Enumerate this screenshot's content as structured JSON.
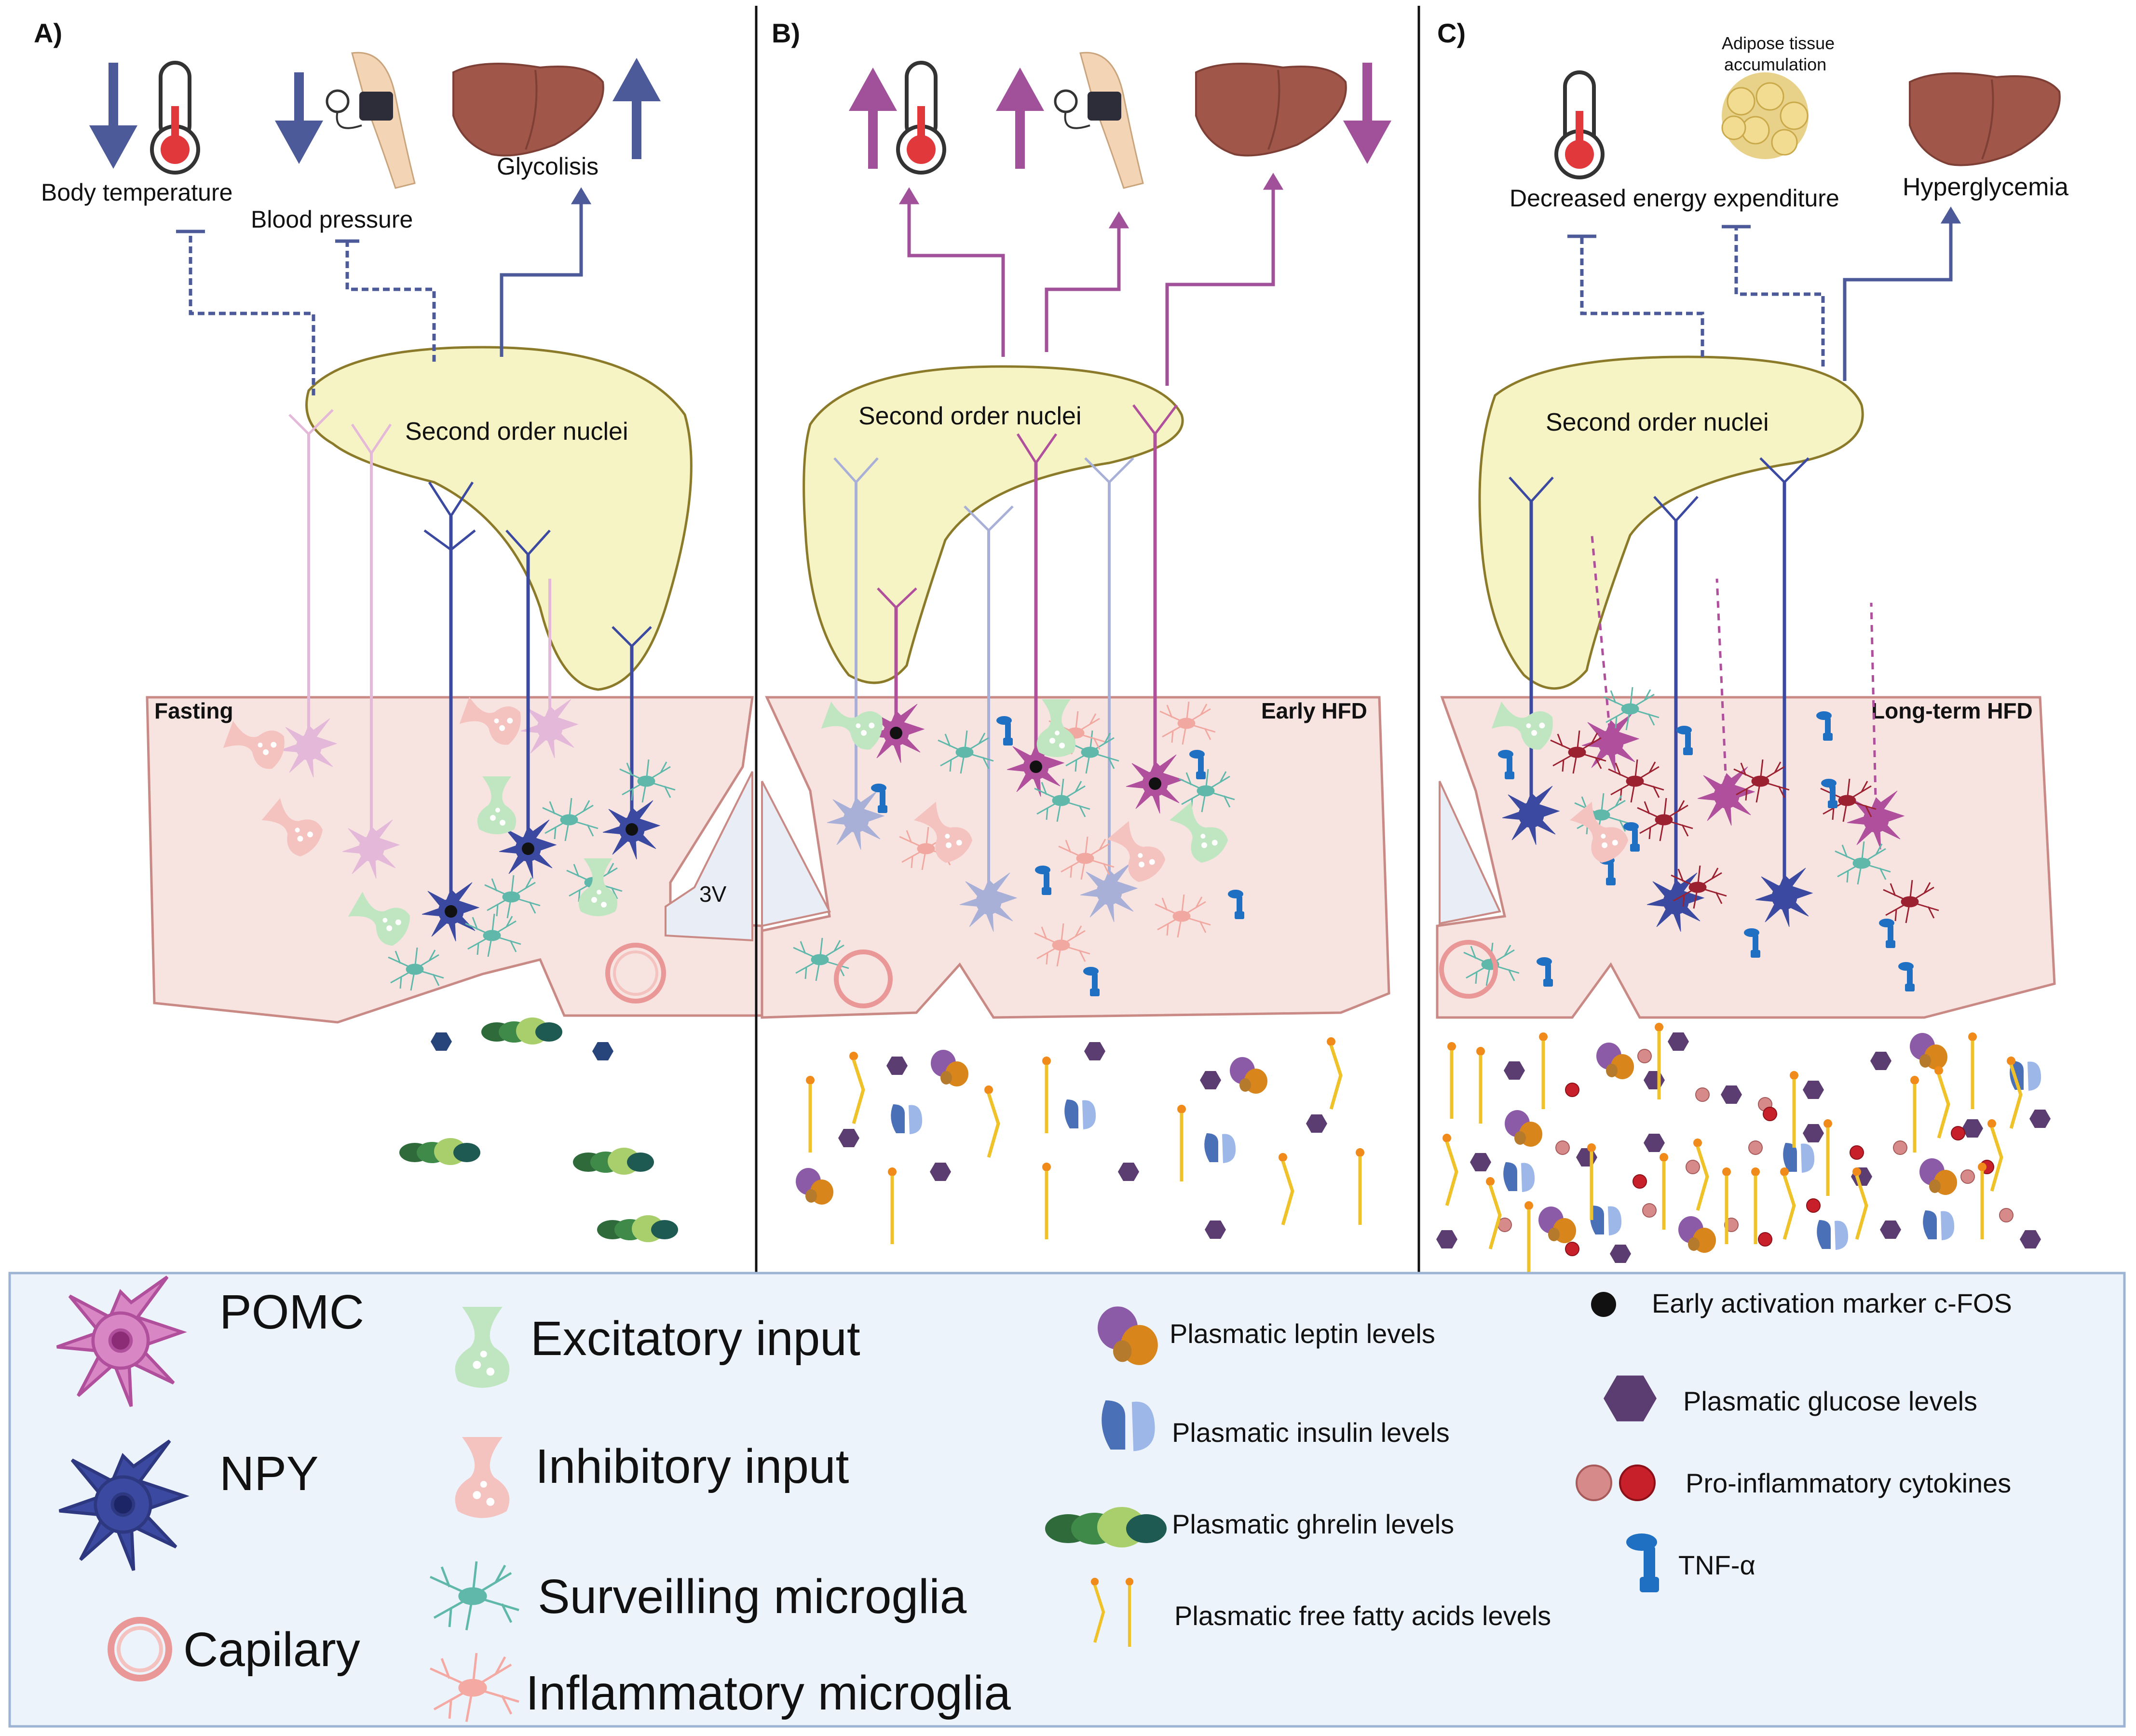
{
  "panels": [
    {
      "letter": "A)",
      "condition": "Fasting",
      "nuclei_label": "Second order nuclei",
      "ventricle_label": "3V",
      "outputs": [
        {
          "label": "Body temperature",
          "arrow": "down",
          "link": "inhibit"
        },
        {
          "label": "Blood pressure",
          "arrow": "down",
          "link": "inhibit"
        },
        {
          "label": "Glycolisis",
          "arrow": "up",
          "link": "activate"
        }
      ],
      "arrow_color": "#4d5a9a"
    },
    {
      "letter": "B)",
      "condition": "Early HFD",
      "nuclei_label": "Second order nuclei",
      "outputs": [
        {
          "label": "",
          "arrow": "up",
          "link": "activate"
        },
        {
          "label": "",
          "arrow": "up",
          "link": "activate"
        },
        {
          "label": "",
          "arrow": "down",
          "link": "activate"
        }
      ],
      "arrow_color": "#a0519a"
    },
    {
      "letter": "C)",
      "condition": "Long-term HFD",
      "nuclei_label": "Second order nuclei",
      "outputs": [
        {
          "label": "Decreased energy expenditure",
          "link": "inhibit"
        },
        {
          "label": "Adipose tissue accumulation",
          "link": "inhibit"
        },
        {
          "label": "Hyperglycemia",
          "link": "activate"
        }
      ],
      "arrow_color": "#4d5a9a"
    }
  ],
  "legend": {
    "cells": [
      {
        "label": "POMC",
        "icon": "pomc-neuron-icon"
      },
      {
        "label": "NPY",
        "icon": "npy-neuron-icon"
      },
      {
        "label": "Capilary",
        "icon": "capillary-icon"
      }
    ],
    "inputs": [
      {
        "label": "Excitatory input",
        "icon": "excitatory-synapse-icon"
      },
      {
        "label": "Inhibitory input",
        "icon": "inhibitory-synapse-icon"
      },
      {
        "label": "Surveilling microglia",
        "icon": "surveilling-microglia-icon"
      },
      {
        "label": "Inflammatory microglia",
        "icon": "inflammatory-microglia-icon"
      }
    ],
    "plasma": [
      {
        "label": "Plasmatic leptin levels",
        "icon": "leptin-icon"
      },
      {
        "label": "Plasmatic insulin levels",
        "icon": "insulin-icon"
      },
      {
        "label": "Plasmatic ghrelin levels",
        "icon": "ghrelin-icon"
      },
      {
        "label": "Plasmatic free fatty acids levels",
        "icon": "fatty-acid-icon"
      }
    ],
    "markers": [
      {
        "label": "Early activation marker c-FOS",
        "icon": "cfos-dot-icon"
      },
      {
        "label": "Plasmatic glucose levels",
        "icon": "glucose-hexagon-icon"
      },
      {
        "label": "Pro-inflammatory cytokines",
        "icon": "cytokine-icon"
      },
      {
        "label": "TNF-α",
        "icon": "tnf-alpha-icon"
      }
    ]
  },
  "colors": {
    "pomc": "#b04f9c",
    "pomc_faded": "#e3b8d8",
    "npy": "#3b4aa0",
    "npy_faded": "#a9b0d8",
    "microglia": "#5fb8aa",
    "inflammatory_microglia": "#f0a8a0",
    "activated_microglia": "#9b2030",
    "tissue": "#f7e4e1",
    "tissue_border": "#c98a86",
    "nuclei_fill": "#f6f3c4",
    "nuclei_border": "#8b7a2a",
    "glucose": "#5b3d72",
    "fatty_acid": "#f0c22a",
    "legend_bg": "#edf3fb",
    "legend_border": "#9db3d3"
  }
}
